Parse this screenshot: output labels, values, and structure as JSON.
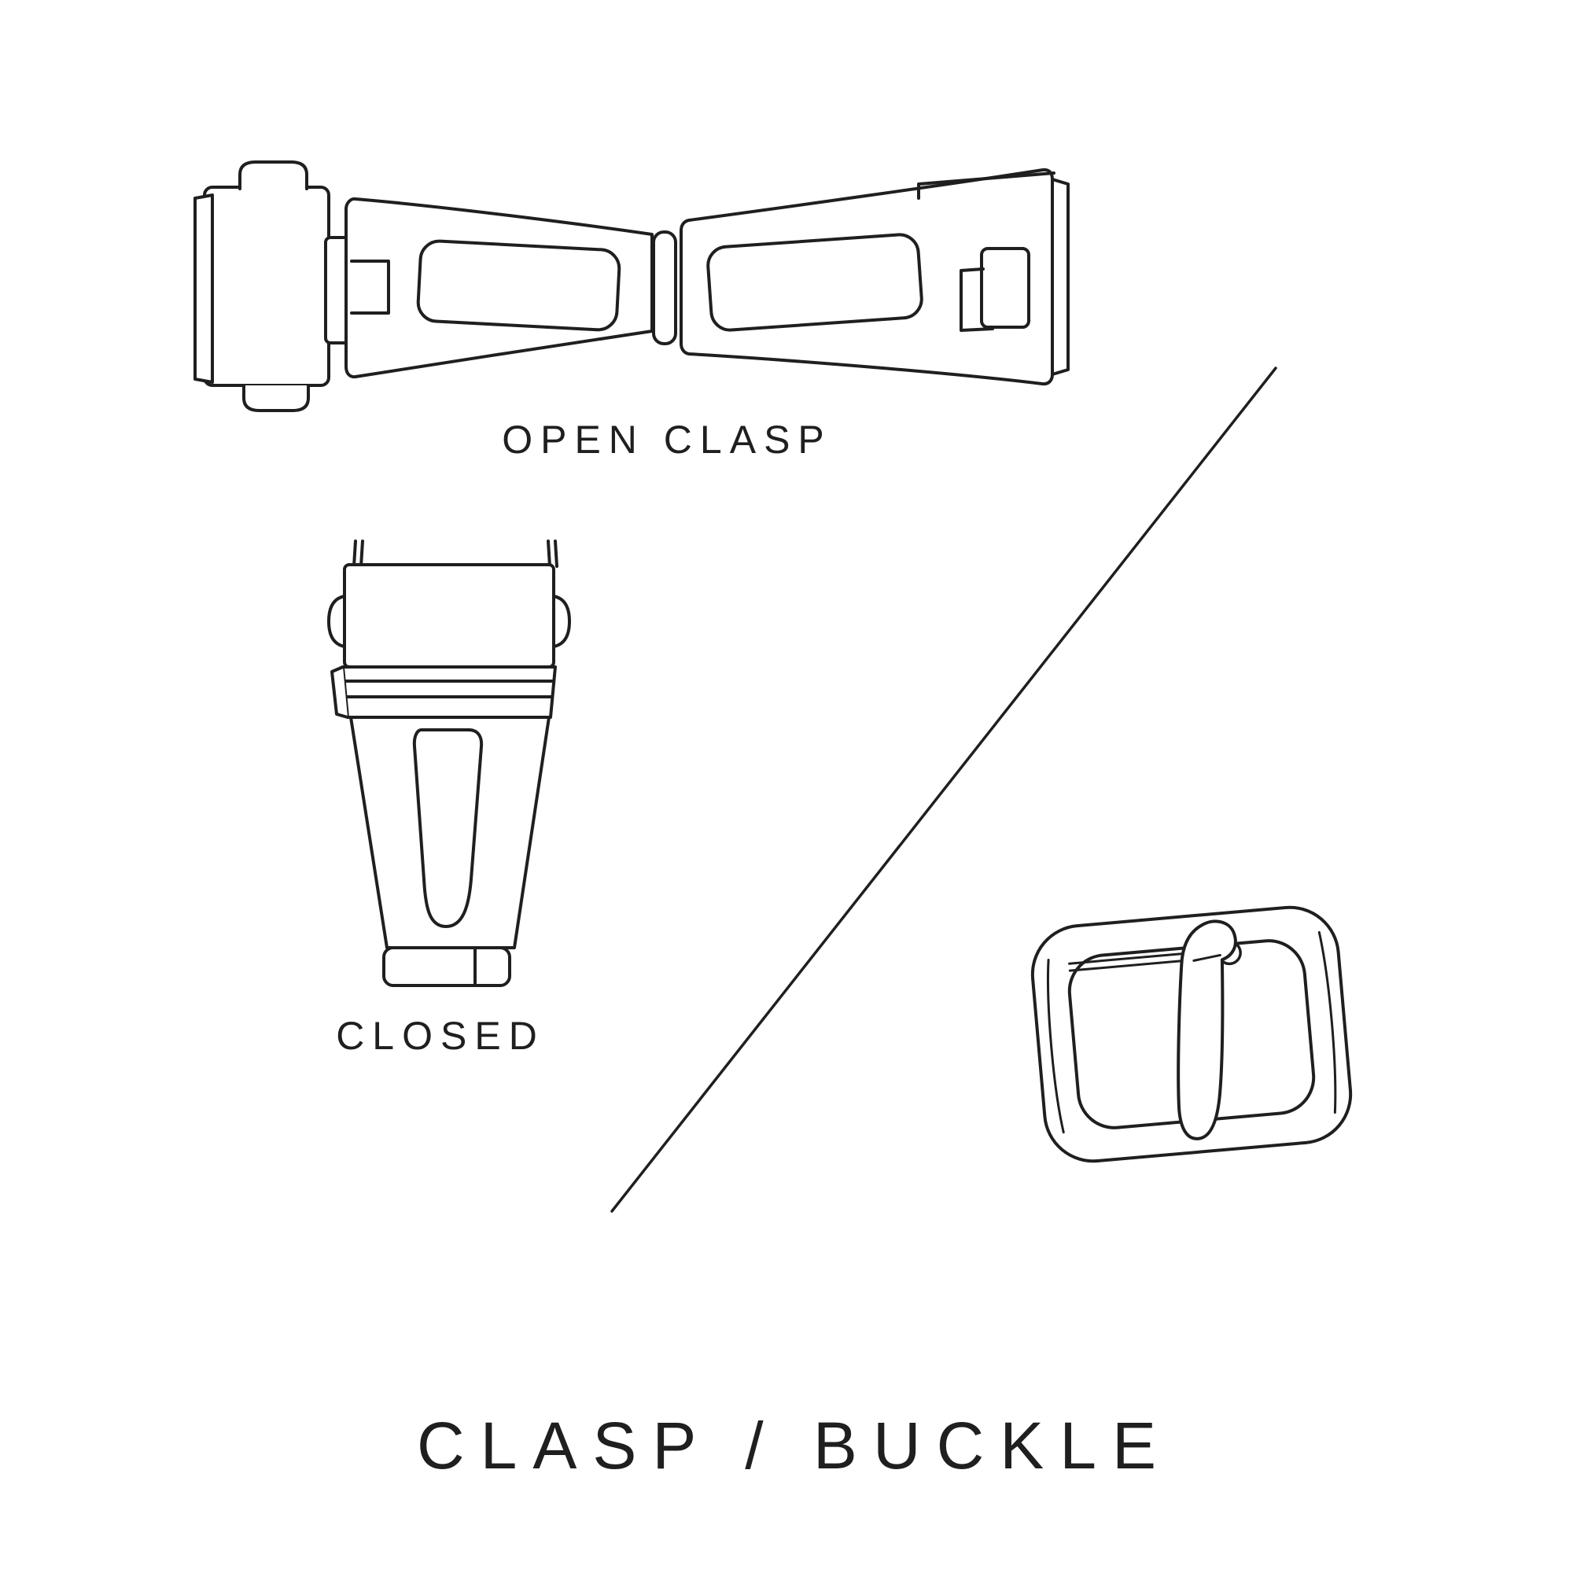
{
  "page": {
    "background": "#ffffff",
    "ink": "#1f1f1f"
  },
  "labels": {
    "open_clasp": "OPEN CLASP",
    "closed": "CLOSED",
    "title": "CLASP / BUCKLE"
  },
  "illustrations": {
    "open_clasp": "open-clasp-line-drawing",
    "closed_clasp": "closed-clasp-line-drawing",
    "buckle": "buckle-line-drawing",
    "divider": "diagonal-divider-line"
  }
}
